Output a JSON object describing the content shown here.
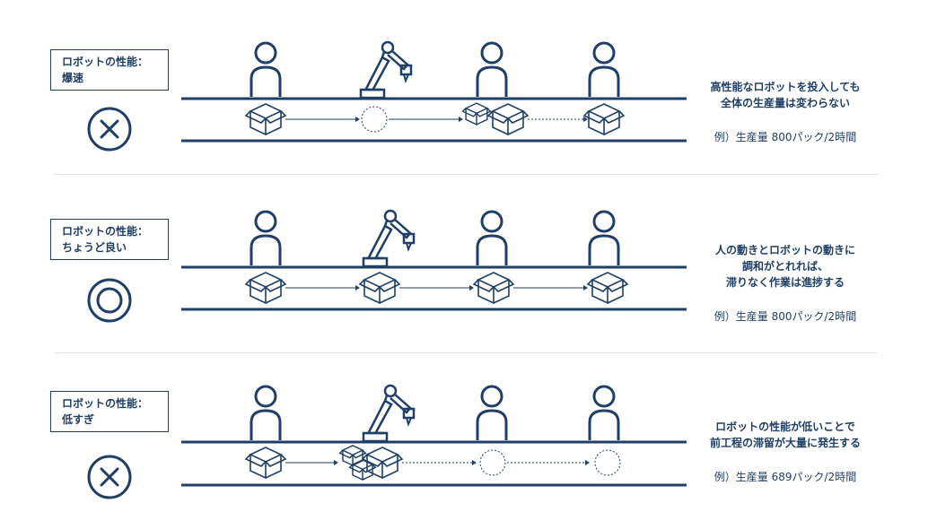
{
  "rows": [
    {
      "label_line1": "ロボットの性能：",
      "label_line2": "爆速",
      "status_icon": "cross-circle-icon",
      "desc_lines": [
        "高性能なロボットを投入しても",
        "全体の生産量は変わらない"
      ],
      "example": "例）生産量 800パック/2時間"
    },
    {
      "label_line1": "ロボットの性能：",
      "label_line2": "ちょうど良い",
      "status_icon": "double-circle-icon",
      "desc_lines": [
        "人の動きとロボットの動きに",
        "調和がとれれば、",
        "滞りなく作業は進捗する"
      ],
      "example": "例）生産量 800パック/2時間"
    },
    {
      "label_line1": "ロボットの性能：",
      "label_line2": "低すぎ",
      "status_icon": "cross-circle-icon",
      "desc_lines": [
        "ロボットの性能が低いことで",
        "前工程の滞留が大量に発生する"
      ],
      "example": "例）生産量 689パック/2時間"
    }
  ],
  "colors": {
    "navy": "#1f3f66",
    "divider": "#e4e4e4"
  }
}
